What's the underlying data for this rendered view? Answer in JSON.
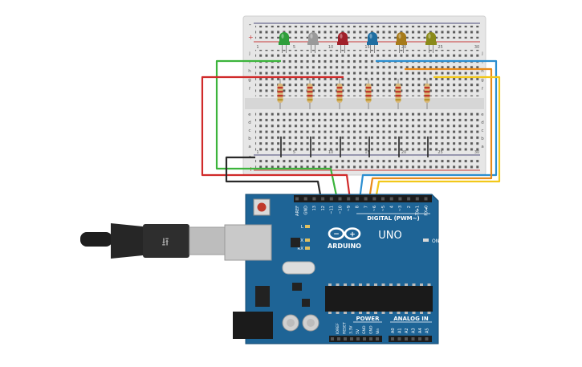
{
  "breadboard": {
    "rail_minus": "-",
    "rail_plus": "+",
    "row_letters_top": [
      "j",
      "i",
      "h",
      "g",
      "f"
    ],
    "row_letters_bottom": [
      "e",
      "d",
      "c",
      "b",
      "a"
    ],
    "column_numbers": [
      "1",
      "5",
      "10",
      "15",
      "20",
      "25",
      "30"
    ]
  },
  "leds": [
    {
      "color": "#2e9e3a"
    },
    {
      "color": "#9a9a9a"
    },
    {
      "color": "#a0202a"
    },
    {
      "color": "#1f6ea1"
    },
    {
      "color": "#a67a1a"
    },
    {
      "color": "#8a8a1a"
    }
  ],
  "wires": [
    {
      "color": "#3cb43c"
    },
    {
      "color": "#d02a2a"
    },
    {
      "color": "#2a2a2a"
    },
    {
      "color": "#2b8ed0"
    },
    {
      "color": "#e88a1a"
    },
    {
      "color": "#f2c81a"
    }
  ],
  "arduino": {
    "board_color": "#1e6496",
    "logo": "ARDUINO",
    "model": "UNO",
    "digital_label": "DIGITAL (PWM~)",
    "power_label": "POWER",
    "analog_label": "ANALOG IN",
    "on_label": "ON",
    "l_label": "L",
    "tx_label": "TX",
    "rx_label": "RX",
    "header_top_labels": [
      "AREF",
      "GND",
      "13",
      "12",
      "~11",
      "~10",
      "~9",
      "8",
      "7",
      "~6",
      "~5",
      "4",
      "~3",
      "2",
      "TX▸1",
      "RX◂0"
    ],
    "power_pins": [
      "IOREF",
      "RESET",
      "3.3V",
      "5V",
      "GND",
      "GND",
      "Vin"
    ],
    "analog_pins": [
      "A0",
      "A1",
      "A2",
      "A3",
      "A4",
      "A5"
    ]
  }
}
